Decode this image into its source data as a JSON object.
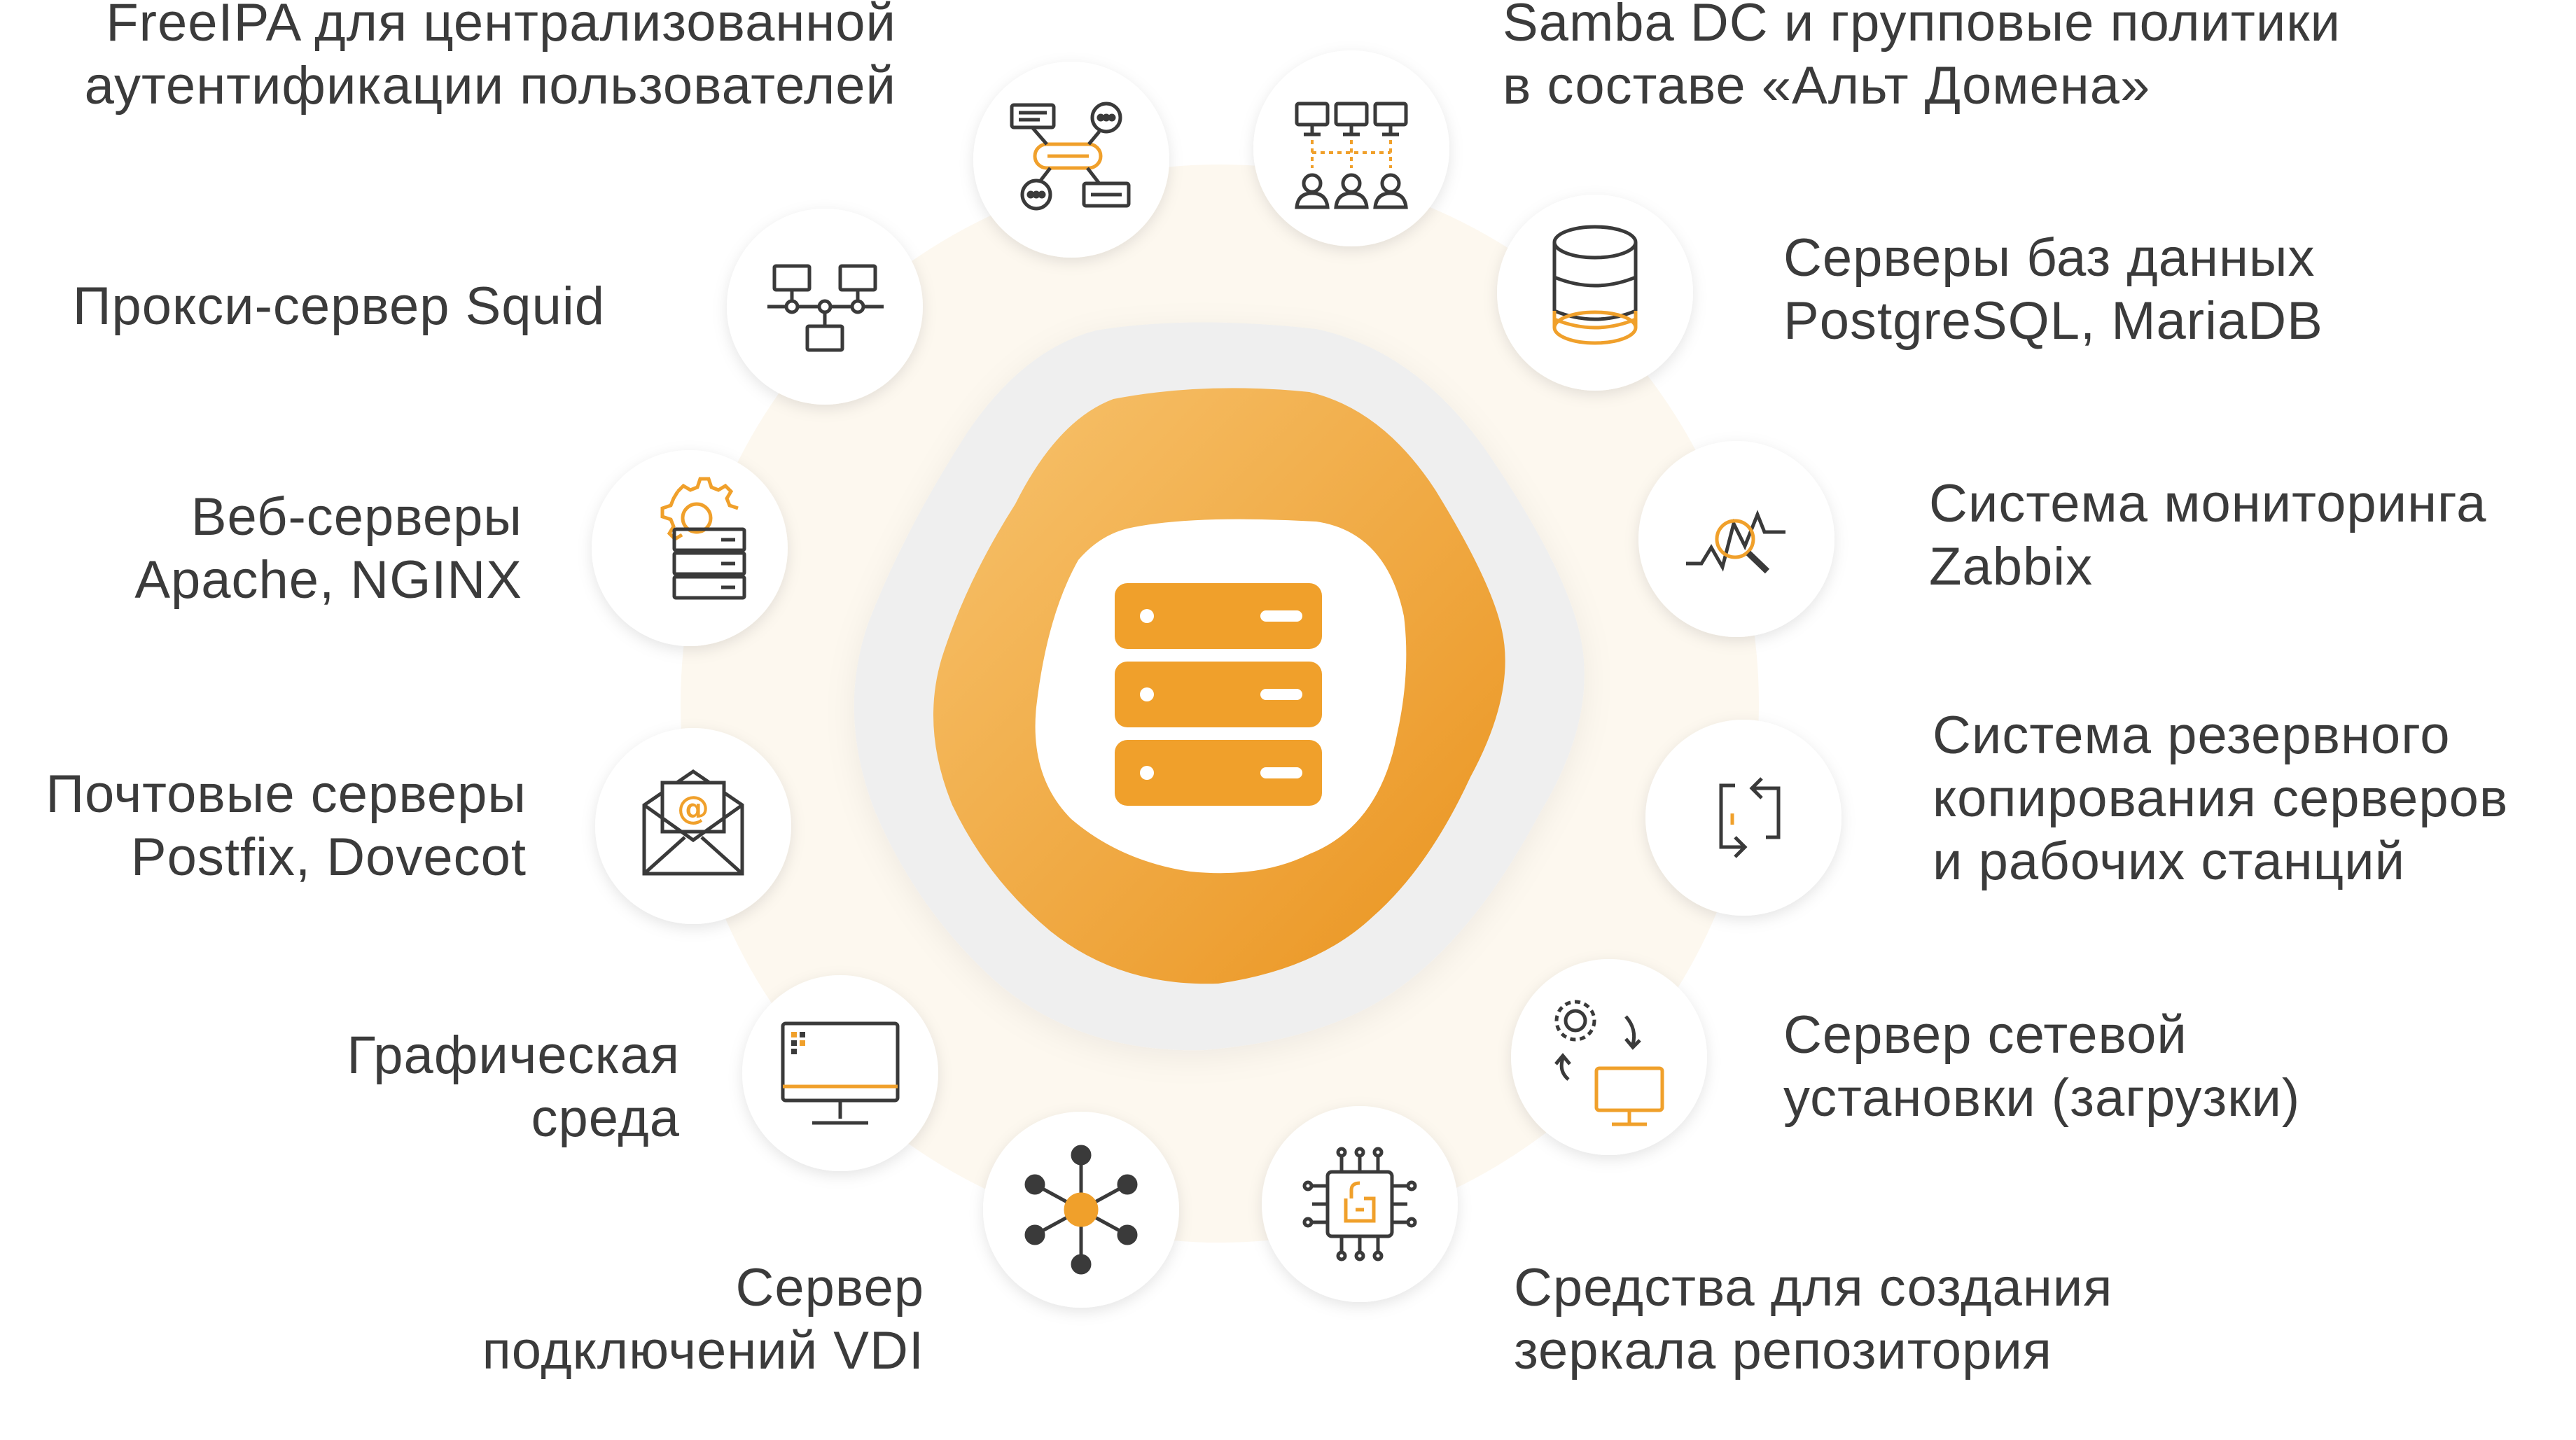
{
  "colors": {
    "accent": "#F0A02B",
    "accent_light": "#F6BE66",
    "accent_dark": "#EA9420",
    "icon_dark": "#3a3a3a",
    "ring_fill": "#FDF8F0",
    "halo": "#EFEFEF",
    "text": "#3b3b3b"
  },
  "center": {
    "icon": "server-stack-icon"
  },
  "services": [
    {
      "id": "freeipa",
      "icon": "user-auth-flow-icon",
      "lines": [
        "FreeIPA для централизованной",
        "аутентификации пользователей"
      ]
    },
    {
      "id": "samba",
      "icon": "domain-group-policy-icon",
      "lines": [
        "Samba DC и групповые политики",
        "в составе «Альт Домена»"
      ]
    },
    {
      "id": "squid",
      "icon": "proxy-network-icon",
      "lines": [
        "Прокси-сервер Squid"
      ]
    },
    {
      "id": "db",
      "icon": "database-icon",
      "lines": [
        "Серверы баз данных",
        "PostgreSQL, MariaDB"
      ]
    },
    {
      "id": "web",
      "icon": "web-server-gear-icon",
      "lines": [
        "Веб-серверы",
        "Apache, NGINX"
      ]
    },
    {
      "id": "zabbix",
      "icon": "monitoring-magnifier-icon",
      "lines": [
        "Система мониторинга",
        "Zabbix"
      ]
    },
    {
      "id": "mail",
      "icon": "mail-envelope-icon",
      "lines": [
        "Почтовые серверы",
        "Postfix, Dovecot"
      ]
    },
    {
      "id": "backup",
      "icon": "backup-sync-icon",
      "lines": [
        "Система резервного",
        "копирования серверов",
        "и рабочих станций"
      ]
    },
    {
      "id": "gui",
      "icon": "desktop-monitor-icon",
      "lines": [
        "Графическая",
        "среда"
      ]
    },
    {
      "id": "netboot",
      "icon": "network-install-icon",
      "lines": [
        "Сервер сетевой",
        "установки (загрузки)"
      ]
    },
    {
      "id": "vdi",
      "icon": "vdi-hub-icon",
      "lines": [
        "Сервер",
        "подключений VDI"
      ]
    },
    {
      "id": "mirror",
      "icon": "repository-chip-icon",
      "lines": [
        "Средства для создания",
        "зеркала репозитория"
      ]
    }
  ]
}
